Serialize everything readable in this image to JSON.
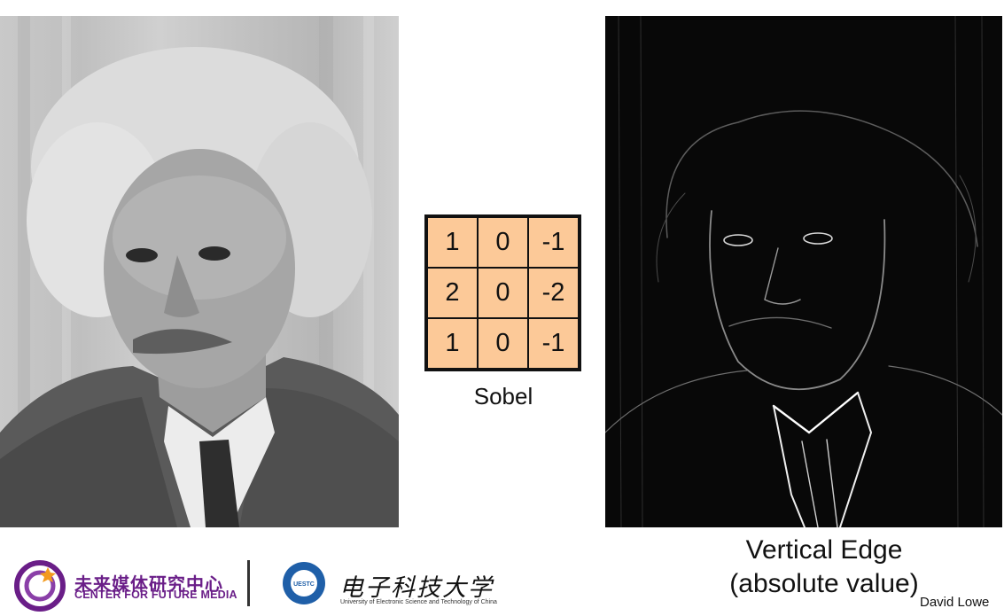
{
  "slide": {
    "kernel_name": "Sobel",
    "kernel_rows": [
      [
        "1",
        "0",
        "-1"
      ],
      [
        "2",
        "0",
        "-2"
      ],
      [
        "1",
        "0",
        "-1"
      ]
    ],
    "result_caption_line1": "Vertical Edge",
    "result_caption_line2": "(absolute value)",
    "credit": "David Lowe"
  },
  "footer": {
    "cfm_name_cn": "未来媒体研究中心",
    "cfm_name_en": "CENTER FOR FUTURE MEDIA",
    "ustc_name_cn": "电子科技大学",
    "ustc_name_en": "University of Electronic Science and Technology of China",
    "ustc_seal_text": "UESTC"
  },
  "colors": {
    "kernel_fill": "#fcc998",
    "cfm_purple": "#6a1e88",
    "cfm_orange": "#f39a1e"
  }
}
